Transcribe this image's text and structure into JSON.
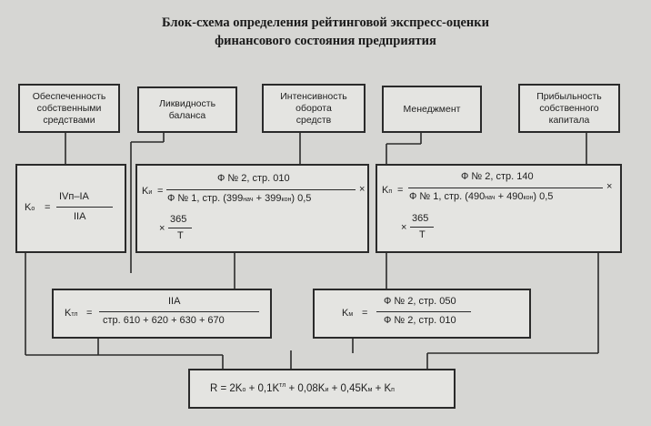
{
  "title": {
    "line1": "Блок-схема определения рейтинговой экспресс-оценки",
    "line2": "финансового состояния предприятия"
  },
  "indicators": [
    {
      "line1": "Обеспеченность",
      "line2": "собственными",
      "line3": "средствами"
    },
    {
      "line1": "Ликвидность",
      "line2": "баланса"
    },
    {
      "line1": "Интенсивность",
      "line2": "оборота",
      "line3": "средств"
    },
    {
      "line1": "Менеджмент"
    },
    {
      "line1": "Прибыльность",
      "line2": "собственного",
      "line3": "капитала"
    }
  ],
  "formulas": {
    "ko": {
      "symbol": "K",
      "sub": "o",
      "eq": "=",
      "num": "IVп–IА",
      "den": "IIА"
    },
    "ki": {
      "symbol": "K",
      "sub": "и",
      "eq": "=",
      "num": "Ф № 2, стр. 010",
      "den_a": "Ф № 1, стр. (399",
      "den_sub1": "нач",
      "den_b": "+ 399",
      "den_sub2": "кон",
      "den_c": ") 0,5",
      "times": "×",
      "times2": "×",
      "frac2_num": "365",
      "frac2_den": "Т"
    },
    "kp": {
      "symbol": "K",
      "sub": "п",
      "eq": "=",
      "num": "Ф № 2, стр. 140",
      "den_a": "Ф № 1, стр. (490",
      "den_sub1": "нач",
      "den_b": "+ 490",
      "den_sub2": "кон",
      "den_c": ") 0,5",
      "times": "×",
      "times2": "×",
      "frac2_num": "365",
      "frac2_den": "Т"
    },
    "ktl": {
      "symbol": "K",
      "sub": "тл",
      "eq": "=",
      "num": "IIА",
      "den": "стр. 610 + 620 + 630 + 670"
    },
    "km": {
      "symbol": "K",
      "sub": "м",
      "eq": "=",
      "num": "Ф № 2, стр. 050",
      "den": "Ф № 2, стр. 010"
    },
    "rating": {
      "a": "R = 2K",
      "s1": "о",
      "b": " + 0,1K",
      "s2": "тл",
      "c": " + 0,08K",
      "s3": "и",
      "d": " + 0,45K",
      "s4": "м",
      "e": " + K",
      "s5": "п"
    }
  }
}
